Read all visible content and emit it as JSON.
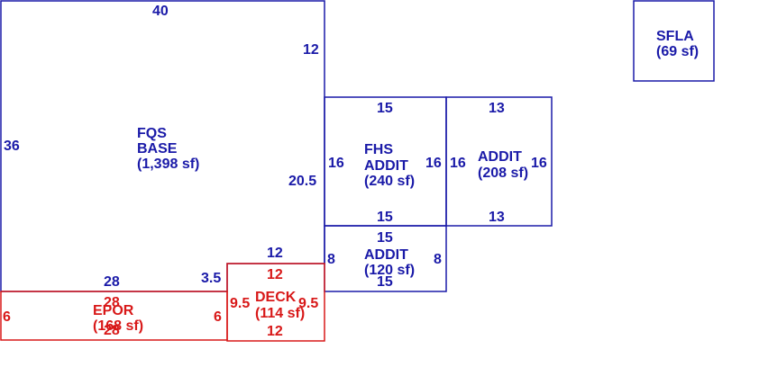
{
  "colors": {
    "blue": "#1a1aa8",
    "red": "#d81818",
    "background": "#ffffff"
  },
  "areas": {
    "main": {
      "line1": "FQS",
      "line2": "BASE",
      "area": "(1,398 sf)",
      "dims": {
        "top": "40",
        "left": "36",
        "right_upper": "12",
        "right_lower": "20.5",
        "bottom": "28",
        "notch_side": "3.5",
        "notch_top": "12"
      }
    },
    "fhs": {
      "line1": "FHS",
      "line2": "ADDIT",
      "area": "(240 sf)",
      "dims": {
        "top": "15",
        "bottom": "15",
        "left": "16",
        "right": "16"
      }
    },
    "addit_right": {
      "line1": "ADDIT",
      "area": "(208 sf)",
      "dims": {
        "top": "13",
        "bottom": "13",
        "left": "16",
        "right": "16"
      }
    },
    "addit_small": {
      "line1": "ADDIT",
      "area": "(120 sf)",
      "dims": {
        "top": "15",
        "bottom": "15",
        "left": "8",
        "right": "8"
      }
    },
    "sfla": {
      "line1": "SFLA",
      "area": "(69 sf)"
    },
    "epor": {
      "line1": "EPOR",
      "area": "(168 sf)",
      "dims": {
        "top": "28",
        "bottom": "28",
        "left": "6",
        "right": "6"
      }
    },
    "deck": {
      "line1": "DECK",
      "area": "(114 sf)",
      "dims": {
        "top": "12",
        "bottom": "12",
        "left": "9.5",
        "right": "9.5"
      }
    }
  }
}
